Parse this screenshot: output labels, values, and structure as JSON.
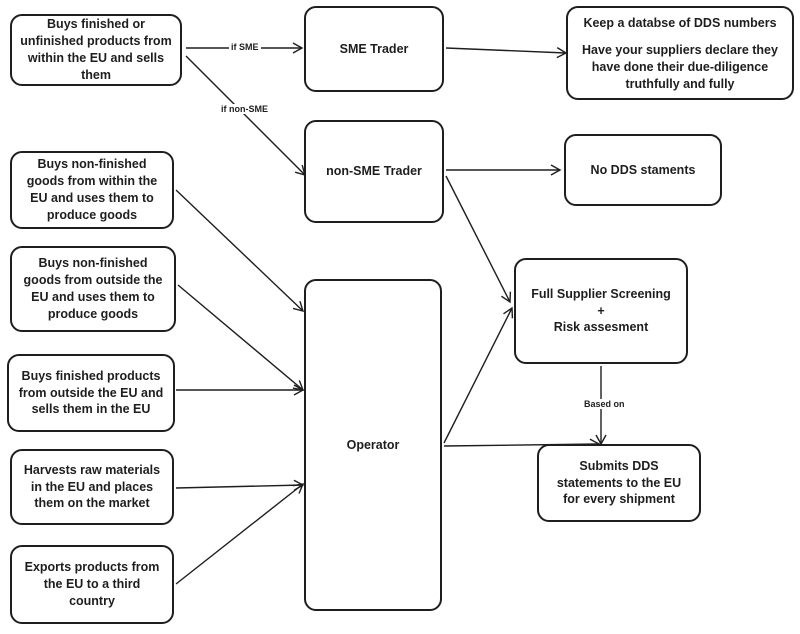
{
  "nodes": {
    "buys_finished_eu": "Buys finished or unfinished products from within the EU and sells them",
    "sme_trader": "SME Trader",
    "sme_note_1": "Keep a databse of DDS numbers",
    "sme_note_2": "Have your suppliers declare they have done their due-diligence truthfully and fully",
    "non_sme_trader": "non-SME Trader",
    "no_dds": "No DDS staments",
    "buys_nonfinished_eu": "Buys non-finished goods from within the EU and uses them to produce goods",
    "buys_nonfinished_outside": "Buys non-finished goods from outside the EU and uses them to produce goods",
    "buys_finished_outside": "Buys finished products from outside the EU and sells them in the EU",
    "harvests": "Harvests raw materials in the EU and places them on the market",
    "exports": "Exports products from the EU to a third country",
    "operator": "Operator",
    "screening_line1": "Full Supplier Screening",
    "screening_plus": "+",
    "screening_line2": "Risk assesment",
    "submits": "Submits DDS statements to the EU for every shipment"
  },
  "edge_labels": {
    "if_sme": "if SME",
    "if_non_sme": "if non-SME",
    "based_on": "Based on"
  },
  "colors": {
    "stroke": "#1e1e1e",
    "background": "#ffffff"
  }
}
